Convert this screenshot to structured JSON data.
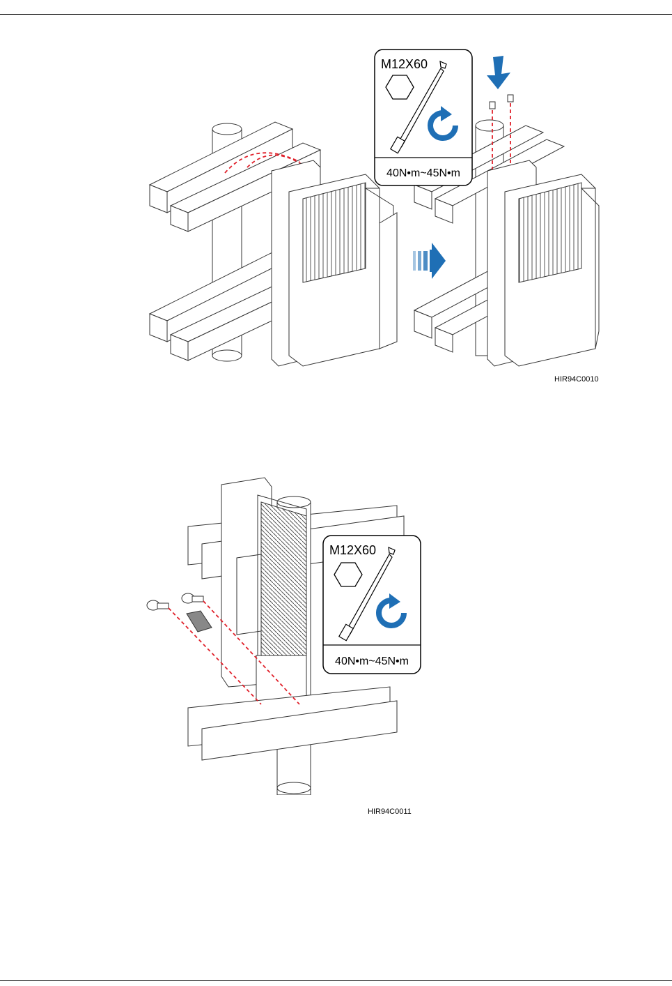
{
  "figure1": {
    "code": "HIR94C0010",
    "spec": {
      "bolt": "M12X60",
      "torque": "40N•m~45N•m"
    },
    "colors": {
      "arrow": "#1f6fb5",
      "rotate": "#1f6fb5",
      "dashed": "#e0202a"
    }
  },
  "figure2": {
    "code": "HIR94C0011",
    "spec": {
      "bolt": "M12X60",
      "torque": "40N•m~45N•m"
    },
    "colors": {
      "rotate": "#1f6fb5",
      "dashed": "#e0202a"
    }
  },
  "icons": [
    "hex-nut-icon",
    "torque-wrench-icon",
    "rotate-arrow-icon",
    "move-right-arrow-icon",
    "down-arrow-icon"
  ]
}
